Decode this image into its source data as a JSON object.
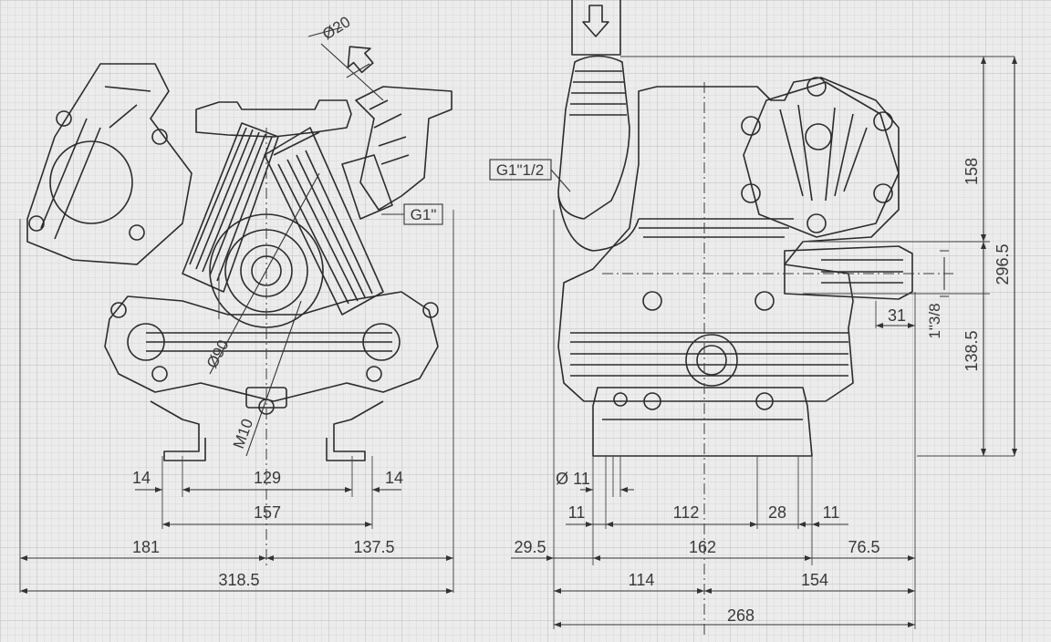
{
  "colors": {
    "background": "#ececec",
    "grid_minor": "#d2d2d2",
    "grid_major": "#bdbdbd",
    "line": "#2c2c2c"
  },
  "front_view": {
    "callouts": {
      "outlet_dia": "Ø20",
      "thread_outlet": "G1\"",
      "hub_dia": "Ø90",
      "bolt": "M10"
    },
    "dims": {
      "foot_left": "14",
      "foot_center": "129",
      "foot_right": "14",
      "foot_span": "157",
      "left_half": "181",
      "right_half": "137.5",
      "overall_width": "318.5"
    }
  },
  "side_view": {
    "callouts": {
      "thread_inlet": "G1\"1/2",
      "hole_dia": "Ø 11",
      "shaft_dia": "1\"3/8"
    },
    "dims": {
      "hole_left": "11",
      "mid": "112",
      "gap": "28",
      "hole_right": "11",
      "left_offset": "29.5",
      "base": "162",
      "right_offset": "76.5",
      "axis_left": "114",
      "axis_right": "154",
      "overall_depth": "268",
      "shaft_length": "31",
      "upper_height": "158",
      "axis_height": "138.5",
      "overall_height": "296.5"
    }
  },
  "icons": {
    "flow_in": "arrow-down-icon",
    "flow_out": "arrow-up-icon"
  }
}
